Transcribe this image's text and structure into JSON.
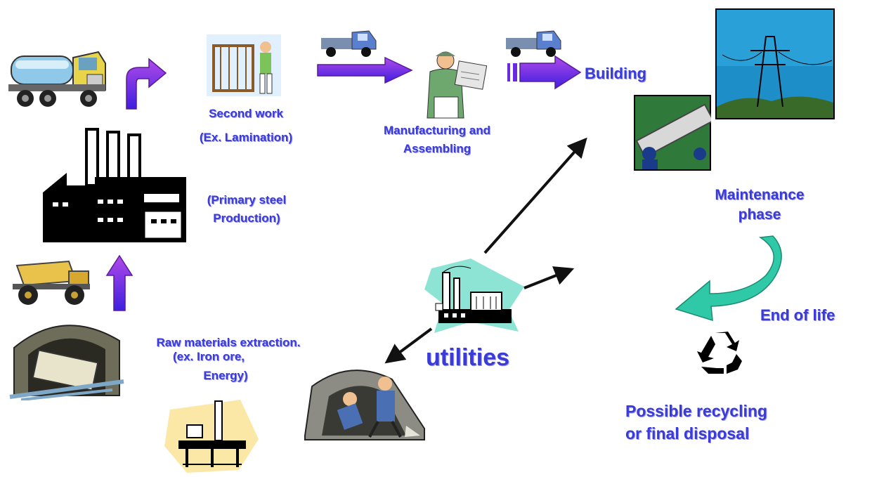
{
  "labels": {
    "second_work_1": "Second work",
    "second_work_2": "(Ex.   Lamination)",
    "manufacturing_1": "Manufacturing and",
    "manufacturing_2": "Assembling",
    "building": "Building",
    "primary_1": "(Primary steel",
    "primary_2": "Production)",
    "maintenance_1": "Maintenance",
    "maintenance_2": "phase",
    "end_of_life": "End of life",
    "raw_1": "Raw materials extraction.",
    "raw_2": "(ex. Iron     ore,",
    "raw_3": "Energy)",
    "utilities": "utilities",
    "recycling_1": "Possible recycling",
    "recycling_2": "or final disposal"
  },
  "colors": {
    "label_text": "#3b3bd9",
    "process_arrow": "#8a1fd0",
    "process_arrow_fill": "#5b1fe0",
    "maintenance_arrow": "#2fc9a8",
    "utility_arrow": "#111111"
  },
  "icons": [
    "tanker-truck-icon",
    "factory-icon",
    "mining-dump-truck-icon",
    "mine-tunnel-icon",
    "loom-worker-icon",
    "delivery-truck-icon",
    "engineer-icon",
    "power-line-photo",
    "pipe-installation-photo",
    "utilities-plant-icon",
    "miners-icon",
    "oil-rig-icon",
    "recycle-icon"
  ]
}
